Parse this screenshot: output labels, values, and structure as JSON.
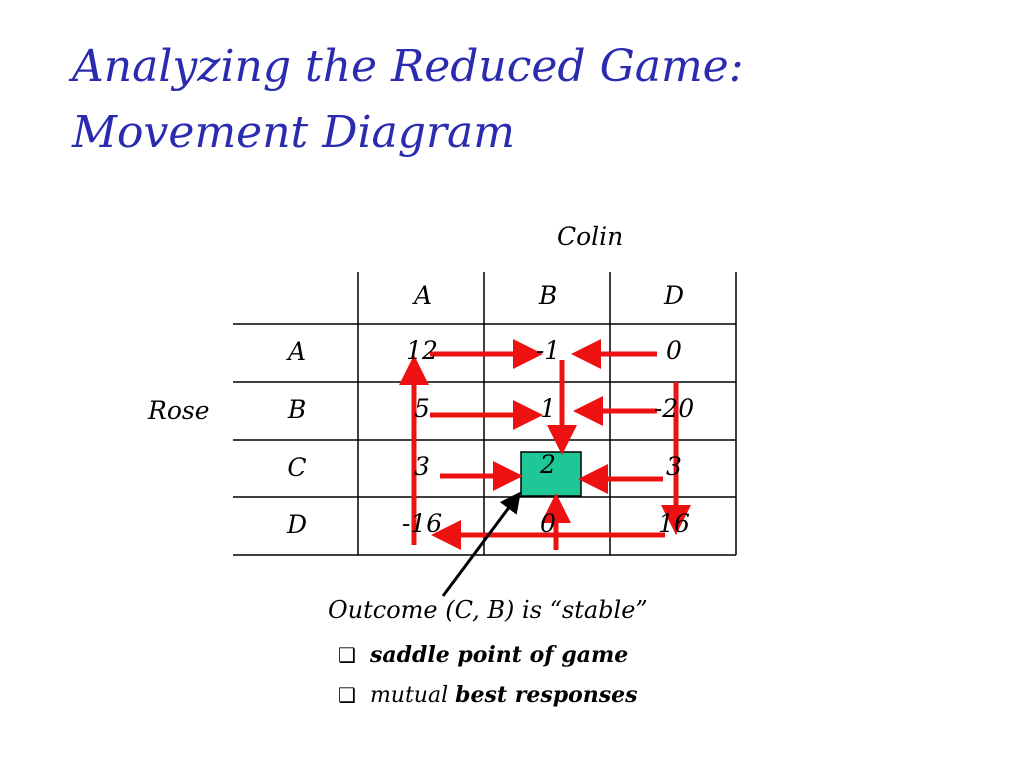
{
  "title": "Analyzing the Reduced Game: Movement Diagram",
  "column_player": "Colin",
  "row_player": "Rose",
  "columns": [
    "A",
    "B",
    "D"
  ],
  "rows": [
    {
      "label": "A",
      "payoffs": [
        "12",
        "-1",
        "0"
      ]
    },
    {
      "label": "B",
      "payoffs": [
        "5",
        "1",
        "-20"
      ]
    },
    {
      "label": "C",
      "payoffs": [
        "3",
        "2",
        "3"
      ]
    },
    {
      "label": "D",
      "payoffs": [
        "-16",
        "0",
        "16"
      ]
    }
  ],
  "highlighted_cell": {
    "row": "C",
    "column": "B",
    "color": "#1fc796"
  },
  "arrow_color": "#ee1111",
  "outcome_text": "Outcome (C, B) is “stable”",
  "bullets": [
    {
      "marker": "❑",
      "plain": "",
      "bold": "saddle point of game"
    },
    {
      "marker": "❑",
      "plain": "mutual",
      "bold": "best responses"
    }
  ],
  "colors": {
    "title": "#2b2bb0",
    "text": "#000000"
  }
}
